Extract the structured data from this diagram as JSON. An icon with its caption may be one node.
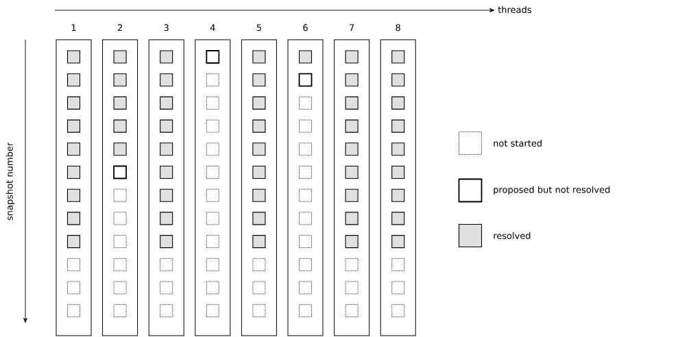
{
  "diagram": {
    "nodes": [
      {
        "text": [
          "1"
        ]
      },
      {
        "text": [
          "2"
        ]
      },
      {
        "text": [
          "3"
        ]
      },
      {
        "text": [
          "4"
        ]
      },
      {
        "text": [
          "5"
        ]
      },
      {
        "text": [
          "6"
        ]
      },
      {
        "text": [
          "7"
        ]
      },
      {
        "text": [
          "8"
        ]
      }
    ],
    "labels": [
      "threads",
      "snapshot number"
    ],
    "legend": [
      {
        "text": "not started"
      },
      {
        "text": "proposed but not resolved"
      },
      {
        "text": "resolved",
        "color": "#e0e0e0"
      }
    ]
  }
}
